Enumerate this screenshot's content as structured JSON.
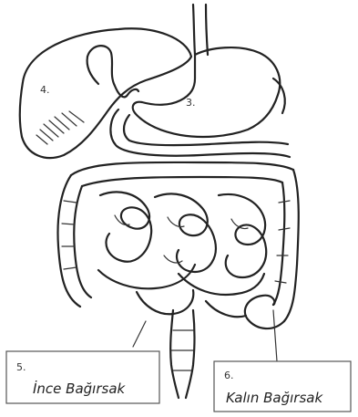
{
  "organs": {
    "liver_number": "4.",
    "stomach_number": "3."
  },
  "labels": {
    "small_intestine": {
      "number": "5.",
      "text": "İnce Bağırsak"
    },
    "large_intestine": {
      "number": "6.",
      "text": "Kalın Bağırsak"
    }
  }
}
